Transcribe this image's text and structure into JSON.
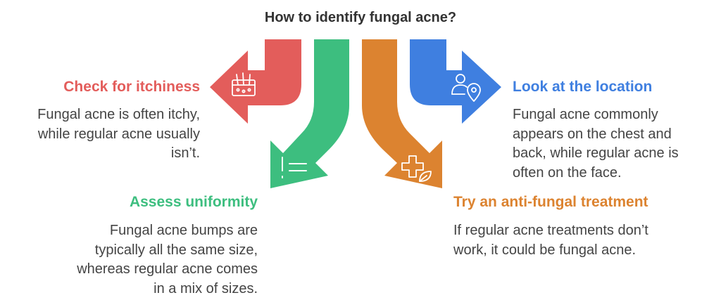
{
  "title": "How to identify fungal acne?",
  "steps": [
    {
      "id": "itchiness",
      "heading": "Check for itchiness",
      "description": "Fungal acne is often itchy, while regular acne usually isn’t.",
      "color": "#E35D5B",
      "icon": "skin-hair-icon"
    },
    {
      "id": "uniformity",
      "heading": "Assess uniformity",
      "description": "Fungal acne bumps are typically all the same size, whereas regular acne comes in a mix of sizes.",
      "color": "#3DBE7F",
      "icon": "list-icon"
    },
    {
      "id": "treatment",
      "heading": "Try an anti-fungal treatment",
      "description": "If regular acne treatments don’t work, it could be fungal acne.",
      "color": "#DC8330",
      "icon": "medical-leaf-icon"
    },
    {
      "id": "location",
      "heading": "Look at the location",
      "description": "Fungal acne commonly appears on the chest and back, while regular acne is often on the face.",
      "color": "#3F7FE0",
      "icon": "person-location-icon"
    }
  ]
}
